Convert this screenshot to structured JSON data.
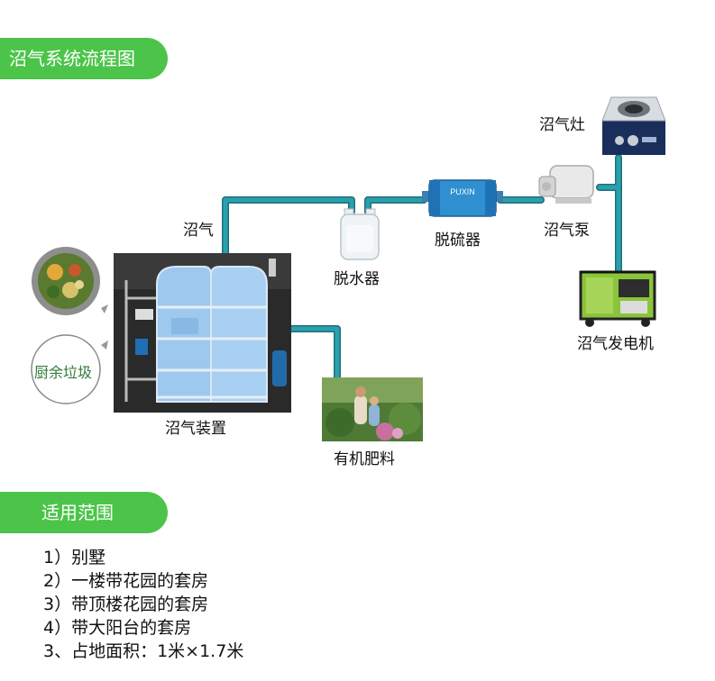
{
  "section1": {
    "title": "沼气系统流程图"
  },
  "section2": {
    "title": "适用范围"
  },
  "labels": {
    "biogas": "沼气",
    "dehydrator": "脱水器",
    "desulfurizer": "脱硫器",
    "biogas_pump": "沼气泵",
    "biogas_stove": "沼气灶",
    "generator": "沼气发电机",
    "kitchen_waste": "厨余垃圾",
    "biogas_device": "沼气装置",
    "organic_fertilizer": "有机肥料",
    "desulfurizer_brand": "PUXIN"
  },
  "scope": [
    "1）别墅",
    "2）一楼带花园的套房",
    "3）带顶楼花园的套房",
    "4）带大阳台的套房",
    "3、占地面积：1米×1.7米"
  ],
  "colors": {
    "banner": "#4cc44a",
    "pipe": "#2aa0ad",
    "pipe_outline": "#1f6f78"
  }
}
